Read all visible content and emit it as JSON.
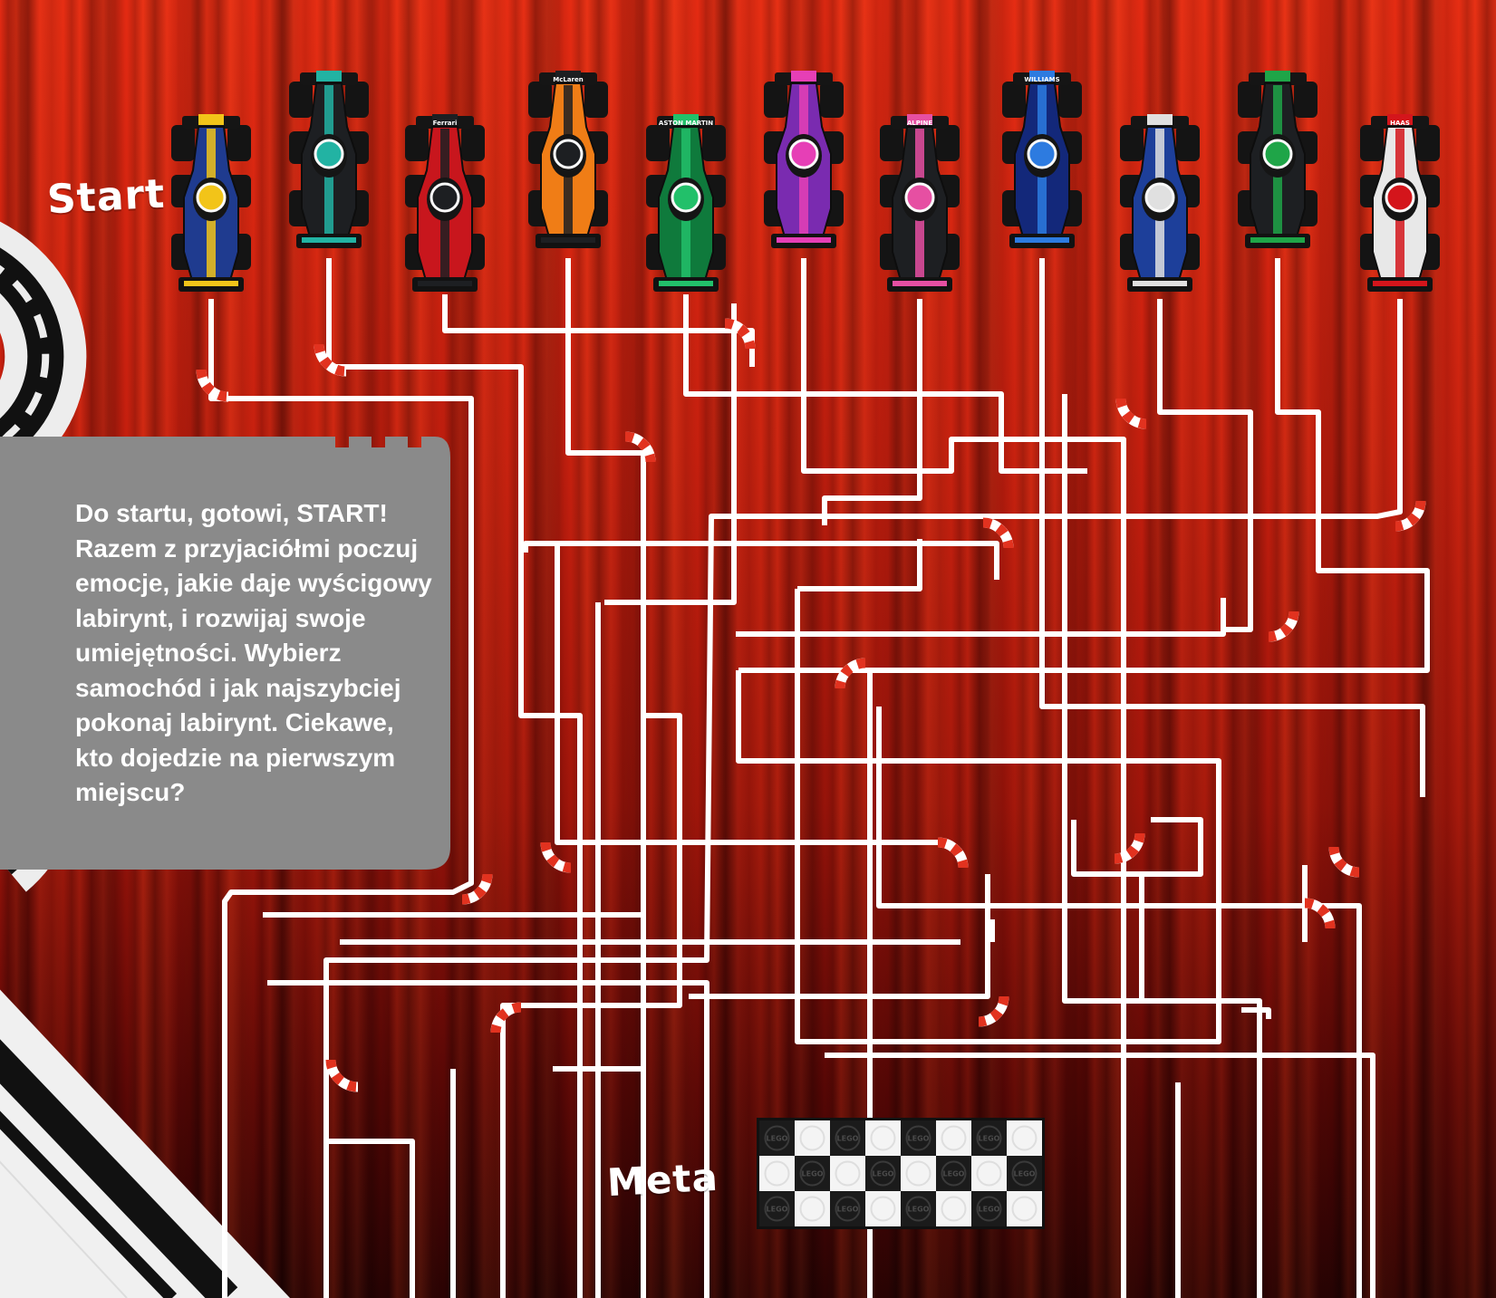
{
  "labels": {
    "start": "Start",
    "finish": "Meta"
  },
  "info_box": {
    "text": "Do startu, gotowi, START! Razem z przyjaciółmi poczuj emocje, jakie daje wyścigowy labirynt, i rozwijaj swoje umiejętności. Wybierz samochód i jak najszybciej pokonaj labirynt. Ciekawe, kto dojedzie na pierwszym miejscu?"
  },
  "finish_flag": {
    "brand_text": "LEGO"
  },
  "cars": [
    {
      "team_text": "",
      "body_color": "#1f3b8f",
      "accent_color": "#f2c419"
    },
    {
      "team_text": "",
      "body_color": "#1d1f22",
      "accent_color": "#22b3a3"
    },
    {
      "team_text": "Ferrari",
      "body_color": "#c8161d",
      "accent_color": "#1d1f22"
    },
    {
      "team_text": "McLaren",
      "body_color": "#f07d16",
      "accent_color": "#1d1f22"
    },
    {
      "team_text": "ASTON MARTIN",
      "body_color": "#0f7a3c",
      "accent_color": "#22c06a"
    },
    {
      "team_text": "",
      "body_color": "#7a2bb0",
      "accent_color": "#e63fb6"
    },
    {
      "team_text": "ALPINE",
      "body_color": "#1d1f22",
      "accent_color": "#e64fa2"
    },
    {
      "team_text": "WILLIAMS",
      "body_color": "#13287a",
      "accent_color": "#2d7be0"
    },
    {
      "team_text": "",
      "body_color": "#1d3f9a",
      "accent_color": "#e0e0e0"
    },
    {
      "team_text": "",
      "body_color": "#1d1f22",
      "accent_color": "#1fa548"
    },
    {
      "team_text": "HAAS",
      "body_color": "#e8e8e8",
      "accent_color": "#d4151b"
    }
  ],
  "colors": {
    "background_top": "#e42a12",
    "background_bottom": "#2b0303",
    "maze_line": "#ffffff",
    "curb_red": "#e2321f",
    "info_box": "#8a8a8a"
  }
}
